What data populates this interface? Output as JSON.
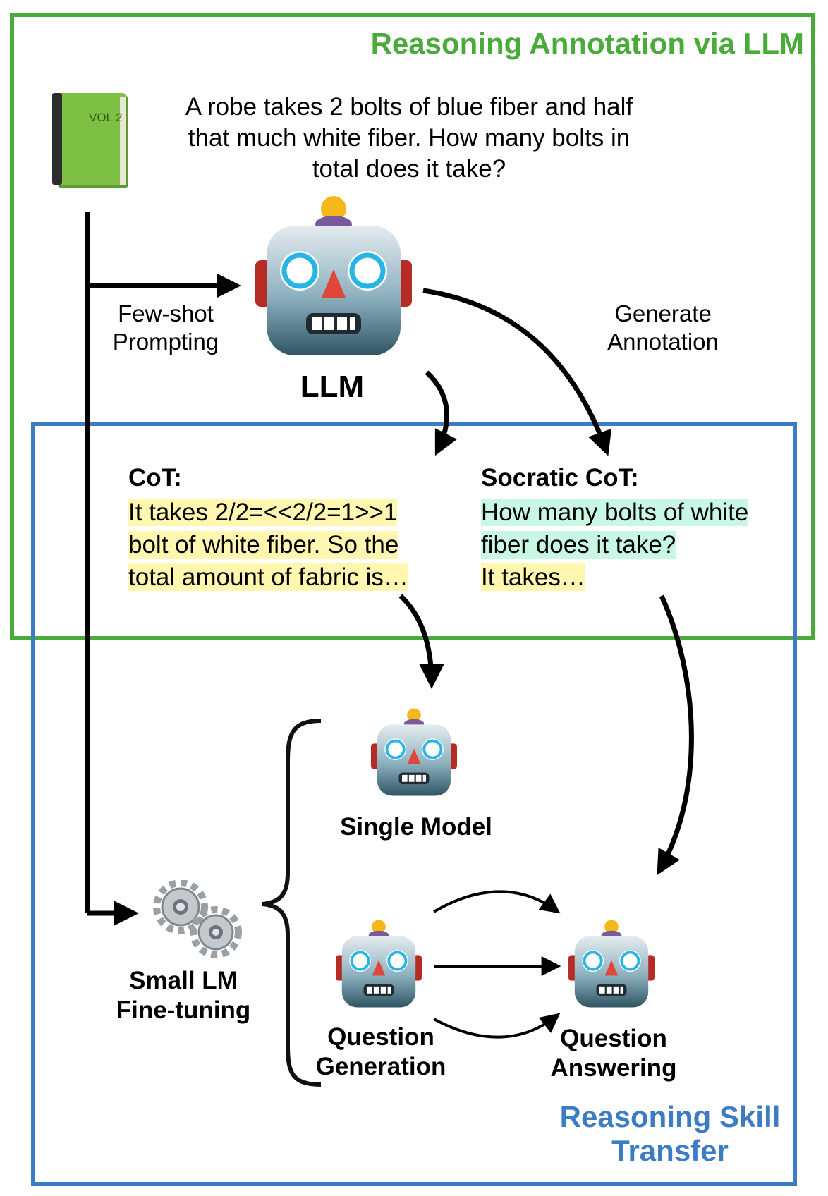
{
  "sections": {
    "annotation_title": "Reasoning Annotation via LLM",
    "transfer_title_line1": "Reasoning Skill",
    "transfer_title_line2": "Transfer"
  },
  "question": {
    "line1": "A robe takes 2 bolts of blue fiber and half",
    "line2": "that much white fiber.  How many bolts in",
    "line3": "total does it take?"
  },
  "book": {
    "icon": "book-icon",
    "text": "VOL 2",
    "color": "#7ec043"
  },
  "labels": {
    "few_shot_line1": "Few-shot",
    "few_shot_line2": "Prompting",
    "llm": "LLM",
    "generate_line1": "Generate",
    "generate_line2": "Annotation",
    "single_model": "Single Model",
    "small_lm_line1": "Small LM",
    "small_lm_line2": "Fine-tuning",
    "qg_line1": "Question",
    "qg_line2": "Generation",
    "qa_line1": "Question",
    "qa_line2": "Answering"
  },
  "cot": {
    "heading": "CoT:",
    "line1": "It takes 2/2=<<2/2=1>>1",
    "line2": "bolt of white fiber. So the",
    "line3": "total amount of fabric is…"
  },
  "socratic_cot": {
    "heading": "Socratic CoT:",
    "line1": "How many bolts of white",
    "line2": "fiber does it take?",
    "line3": "It takes…"
  },
  "colors": {
    "annotation_border": "#4bab3a",
    "transfer_border": "#3b7cc4",
    "highlight_yellow": "#fff6b0",
    "highlight_teal": "#c8f7e6"
  }
}
